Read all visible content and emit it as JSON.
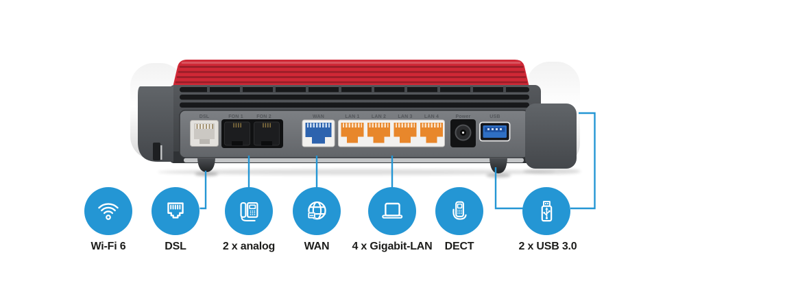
{
  "page": {
    "background": "#ffffff"
  },
  "colors": {
    "accent_blue": "#2496d4",
    "brand_red": "#cf2836",
    "lan_orange": "#e8872b",
    "wan_blue": "#2d63ae",
    "label_color": "#1d1d1b"
  },
  "router": {
    "port_labels": [
      "DSL",
      "FON 1",
      "FON 2",
      "WAN",
      "LAN 1",
      "LAN 2",
      "LAN 3",
      "LAN 4",
      "Power",
      "USB"
    ]
  },
  "features": [
    {
      "label": "Wi-Fi 6",
      "icon": "wifi-icon"
    },
    {
      "label": "DSL",
      "icon": "rj45-jack-icon"
    },
    {
      "label": "2 x analog",
      "icon": "analog-phone-icon"
    },
    {
      "label": "WAN",
      "icon": "globe-plug-icon"
    },
    {
      "label": "4 x Gigabit-LAN",
      "icon": "laptop-icon"
    },
    {
      "label": "DECT",
      "icon": "dect-handset-icon"
    },
    {
      "label": "2 x USB 3.0",
      "icon": "usb-stick-icon"
    }
  ]
}
